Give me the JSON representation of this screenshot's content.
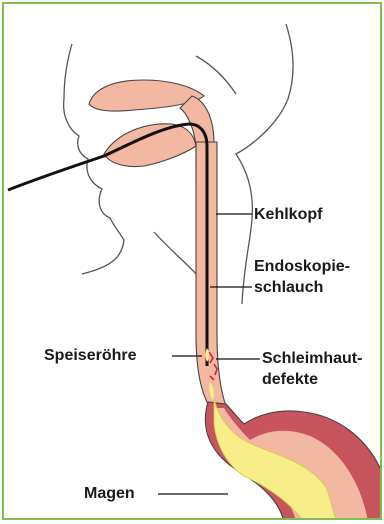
{
  "labels": {
    "kehlkopf": "Kehlkopf",
    "endoskopie_line1": "Endoskopie-",
    "endoskopie_line2": "schlauch",
    "speiseroehre": "Speiseröhre",
    "schleimhaut_line1": "Schleimhaut-",
    "schleimhaut_line2": "defekte",
    "magen": "Magen"
  },
  "colors": {
    "frame_border": "#7fbf52",
    "tissue_fill": "#f3b8a1",
    "stomach_wall": "#c8555e",
    "stomach_content": "#f7ee8a",
    "outline": "#333333",
    "endoscope": "#111111",
    "lesion": "#d8203a"
  }
}
